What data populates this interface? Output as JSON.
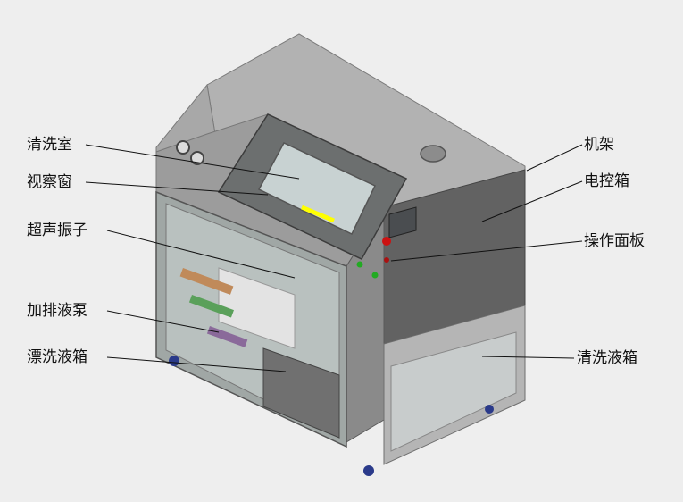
{
  "labels": {
    "cleaning_chamber": "清洗室",
    "viewing_window": "视察窗",
    "ultrasonic_transducer": "超声振子",
    "dosing_drain_pump": "加排液泵",
    "rinse_tank": "漂洗液箱",
    "frame": "机架",
    "control_box": "电控箱",
    "operation_panel": "操作面板",
    "cleaning_tank": "清洗液箱"
  },
  "colors": {
    "background": "#eeeeee",
    "body_light": "#b4b4b4",
    "body_mid": "#8e8e8e",
    "body_dark": "#6a6a6a",
    "panel_dark": "#5e5e5e",
    "glass": "#c9d3d3",
    "accent_yellow": "#ffff00",
    "button_red": "#cc1111",
    "button_green": "#22aa22",
    "wheel_blue": "#2a3a8a"
  }
}
